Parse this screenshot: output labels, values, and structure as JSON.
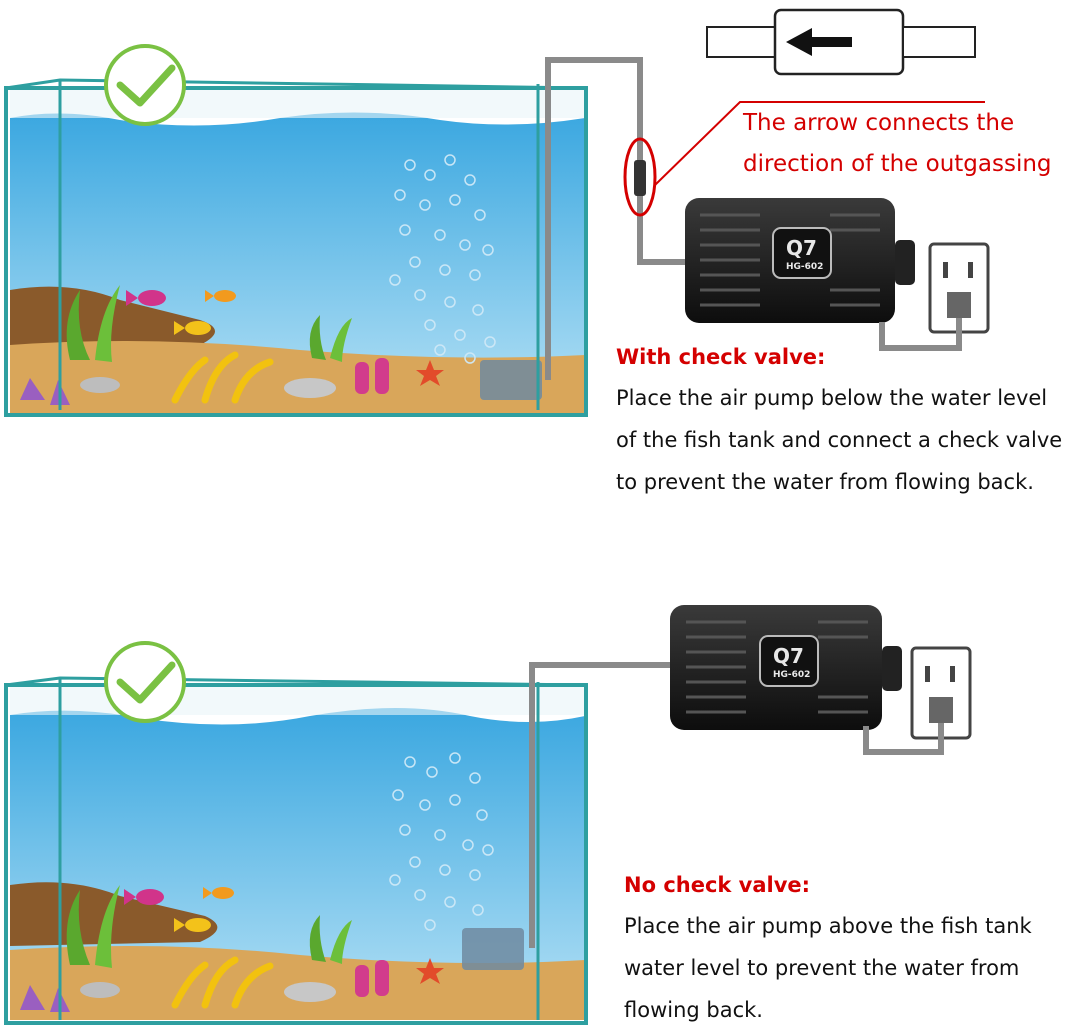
{
  "callout": {
    "line1": "The arrow connects the",
    "line2": "direction of the outgassing"
  },
  "panel_top": {
    "heading": "With check valve:",
    "lines": [
      "Place the air pump below the water level",
      "of the fish tank and connect a check valve",
      "to prevent the water from flowing back."
    ],
    "pump_logo": "Q7",
    "pump_model": "HG-602"
  },
  "panel_bottom": {
    "heading": "No check valve:",
    "lines": [
      "Place the air pump above the fish tank",
      "water level to prevent the water from",
      "flowing back."
    ],
    "pump_logo": "Q7",
    "pump_model": "HG-602"
  },
  "colors": {
    "water": "#5fb9e6",
    "glass": "#2e9fa0",
    "check_green": "#7ac143",
    "callout_red": "#d40000",
    "pump_body": "#1e1e1e",
    "tube": "#8a8a8a",
    "sand": "#d9a65a"
  },
  "icons": [
    "checkmark-icon",
    "check-valve-icon",
    "arrow-left-icon",
    "power-outlet-icon",
    "air-pump-icon",
    "air-stone-icon"
  ]
}
